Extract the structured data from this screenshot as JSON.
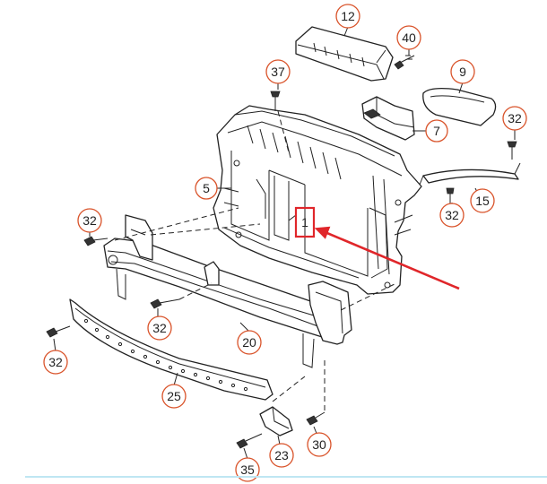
{
  "colors": {
    "callout_ring": "#d9532a",
    "arrow": "#e0262a",
    "highlight_box": "#e0262a",
    "line_art": "#222222",
    "bottom_rule": "#bfe6f3"
  },
  "callouts": {
    "c12": "12",
    "c40": "40",
    "c9": "9",
    "c37": "37",
    "c32_upper_right": "32",
    "c7": "7",
    "c5": "5",
    "c15": "15",
    "c32_right": "32",
    "c32_left_upper": "32",
    "c32_mid": "32",
    "c20": "20",
    "c32_left_lower": "32",
    "c25": "25",
    "c30": "30",
    "c23": "23",
    "c35": "35"
  },
  "highlighted_part": {
    "label": "1"
  }
}
